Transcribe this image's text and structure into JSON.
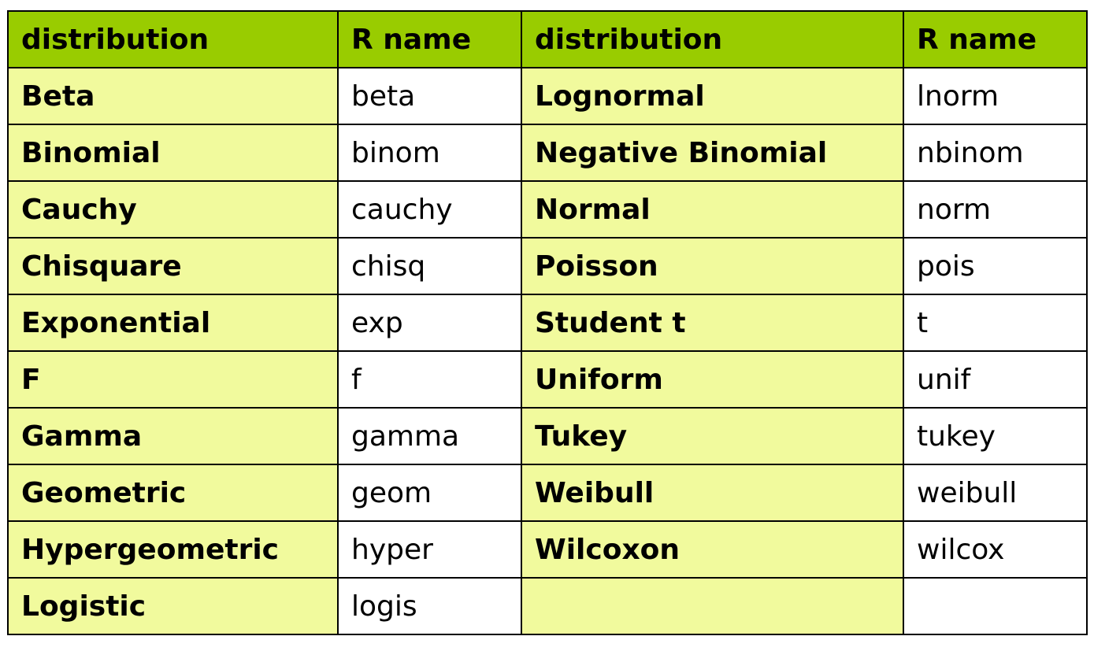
{
  "table": {
    "headers": [
      "distribution",
      "R name",
      "distribution",
      "R name"
    ],
    "rows": [
      [
        "Beta",
        "beta",
        "Lognormal",
        "lnorm"
      ],
      [
        "Binomial",
        "binom",
        "Negative Binomial",
        "nbinom"
      ],
      [
        "Cauchy",
        "cauchy",
        "Normal",
        "norm"
      ],
      [
        "Chisquare",
        "chisq",
        "Poisson",
        "pois"
      ],
      [
        "Exponential",
        "exp",
        "Student t",
        "t"
      ],
      [
        "F",
        "f",
        "Uniform",
        "unif"
      ],
      [
        "Gamma",
        "gamma",
        "Tukey",
        "tukey"
      ],
      [
        "Geometric",
        "geom",
        "Weibull",
        "weibull"
      ],
      [
        "Hypergeometric",
        "hyper",
        "Wilcoxon",
        "wilcox"
      ],
      [
        "Logistic",
        "logis",
        "",
        ""
      ]
    ]
  },
  "colors": {
    "header_bg": "#99cc00",
    "distribution_bg": "#f1fa9d",
    "rname_bg": "#ffffff",
    "border": "#000000"
  }
}
